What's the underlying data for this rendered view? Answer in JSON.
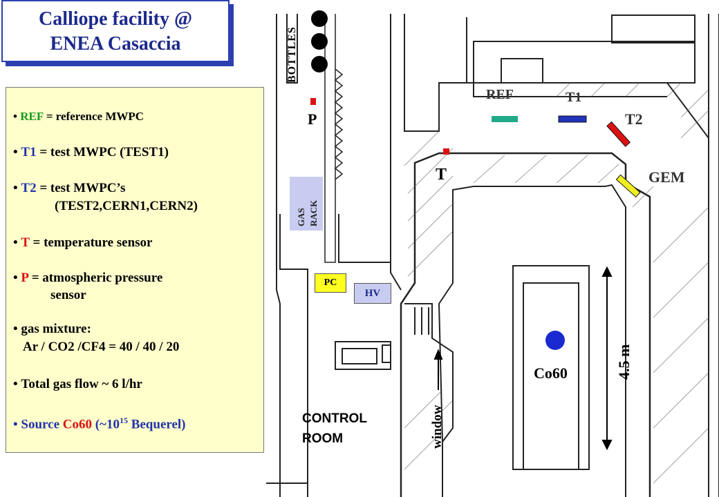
{
  "title": {
    "line1": "Calliope facility @",
    "line2": "ENEA Casaccia"
  },
  "legend": {
    "ref": {
      "key": "REF",
      "text": " = reference MWPC"
    },
    "t1": {
      "key": "T1",
      "text": " = test MWPC (TEST1)"
    },
    "t2": {
      "key": "T2",
      "text": " = test MWPC’s",
      "cont": "(TEST2,CERN1,CERN2)"
    },
    "t": {
      "key": "T",
      "text": " = temperature sensor"
    },
    "p": {
      "key": "P",
      "text": " = atmospheric pressure",
      "cont": "sensor"
    },
    "gas": {
      "line1": "gas mixture:",
      "line2": "Ar / CO2 /CF4 = 40 / 40 / 20"
    },
    "flow": "Total gas flow ~ 6 l/hr",
    "source": {
      "pre": "Source ",
      "key": "Co60",
      "post1": " (~10",
      "exp": "15",
      "post2": " Bequerel)"
    }
  },
  "plan": {
    "bottles": "BOTTLES",
    "gas_rack": {
      "line1": "GAS",
      "line2": "RACK"
    },
    "p": "P",
    "t": "T",
    "ref": "REF",
    "t1": "T1",
    "t2": "T2",
    "gem": "GEM",
    "pc": "PC",
    "hv": "HV",
    "co60": "Co60",
    "distance": "4.5 m",
    "window": "window",
    "control_room": {
      "line1": "CONTROL",
      "line2": "ROOM"
    }
  },
  "colors": {
    "title_blue": "#1c2a8c",
    "ref_green": "#1a9a1a",
    "test_blue": "#2233aa",
    "sensor_red": "#dd1111",
    "ref_bar": "#22aa88",
    "t1_bar": "#2233bb",
    "t2_bar": "#dd1111",
    "gem_bar": "#eeee22",
    "source_blue": "#1a2ad0",
    "box_blue": "#c8ccf0",
    "box_yellow": "#ffff22",
    "legend_bg": "#ffffcc"
  }
}
